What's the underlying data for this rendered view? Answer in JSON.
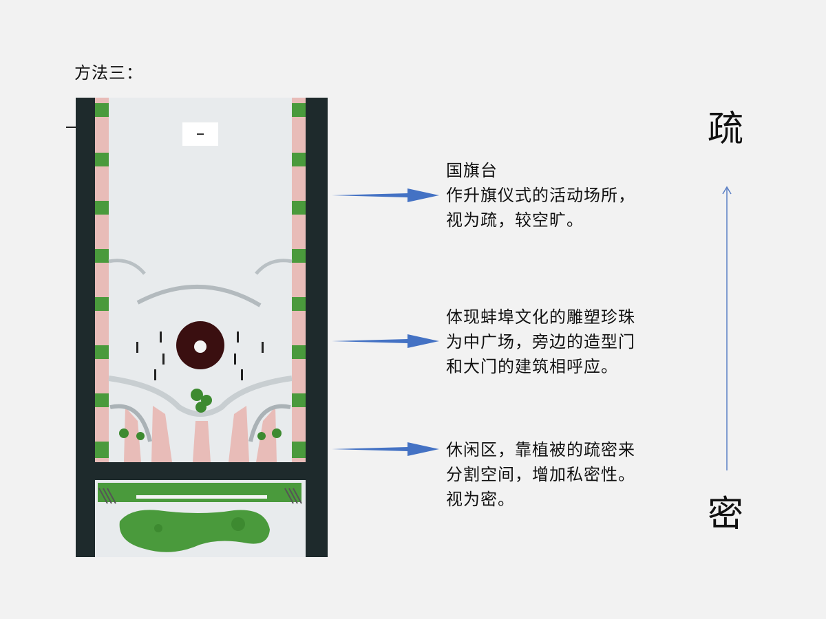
{
  "heading": "方法三：",
  "annotations": {
    "flag": [
      "国旗台",
      "作升旗仪式的活动场所，",
      "视为疏，较空旷。"
    ],
    "pearl": [
      "体现蚌埠文化的雕塑珍珠",
      "为中广场，旁边的造型门",
      "和大门的建筑相呼应。"
    ],
    "leisure": [
      "休闲区，靠植被的疏密来",
      "分割空间，增加私密性。",
      "视为密。"
    ]
  },
  "scale": {
    "top_label": "疏",
    "bottom_label": "密"
  },
  "colors": {
    "arrow": "#4472c4",
    "road": "#1e2a2c",
    "plaza": "#e8ebed",
    "path": "#e8bcb8",
    "grass": "#4a9a3c",
    "pearl_ring": "#3a0f10"
  }
}
